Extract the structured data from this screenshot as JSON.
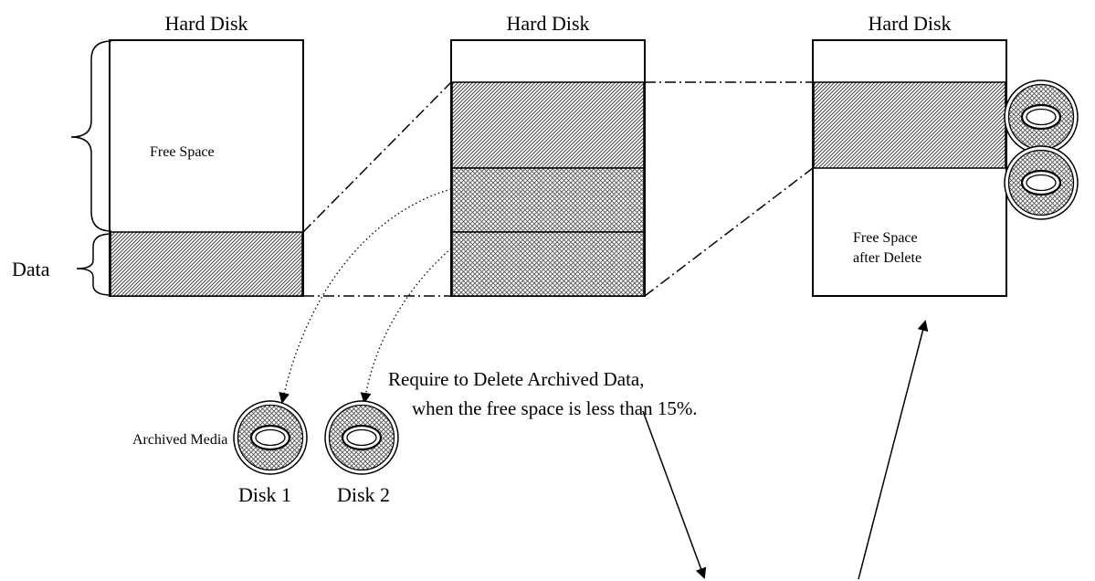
{
  "columns": {
    "col1": {
      "title": "Hard Disk",
      "free_label": "Free Space"
    },
    "col2": {
      "title": "Hard Disk"
    },
    "col3": {
      "title": "Hard Disk",
      "free_label_line1": "Free Space",
      "free_label_line2": "after Delete"
    }
  },
  "labels": {
    "data": "Data",
    "archived_media": "Archived Media",
    "disk1": "Disk 1",
    "disk2": "Disk 2"
  },
  "note": {
    "line1": "Require to Delete Archived Data,",
    "line2": "when the free space is less than 15%."
  }
}
